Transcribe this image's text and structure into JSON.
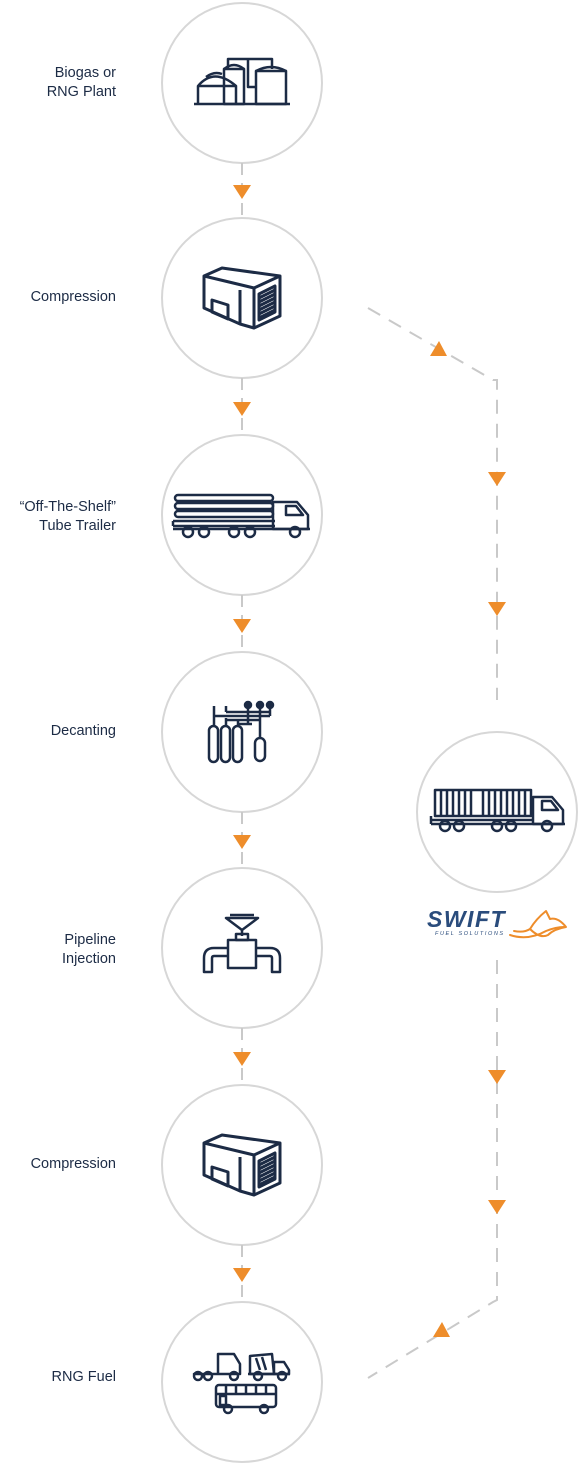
{
  "steps": [
    {
      "label": "Biogas or\nRNG Plant",
      "icon": "rng-plant-icon"
    },
    {
      "label": "Compression",
      "icon": "compression-building-icon"
    },
    {
      "label": "“Off-The-Shelf”\nTube Trailer",
      "icon": "tube-trailer-icon"
    },
    {
      "label": "Decanting",
      "icon": "decanting-cylinders-icon"
    },
    {
      "label": "Pipeline\nInjection",
      "icon": "pipeline-valve-icon"
    },
    {
      "label": "Compression",
      "icon": "compression-building-icon"
    },
    {
      "label": "RNG Fuel",
      "icon": "rng-vehicles-icon"
    }
  ],
  "swift": {
    "icon": "swift-trailer-icon",
    "logo_main": "SWIFT",
    "logo_sub": "FUEL SOLUTIONS",
    "logo_icon": "fox-logo-icon"
  },
  "colors": {
    "circle": "#d7d7d7",
    "connector": "#c9c9c9",
    "arrow": "#ee8d2b",
    "icon": "#1c2b45",
    "brand": "#2a4c7c"
  }
}
